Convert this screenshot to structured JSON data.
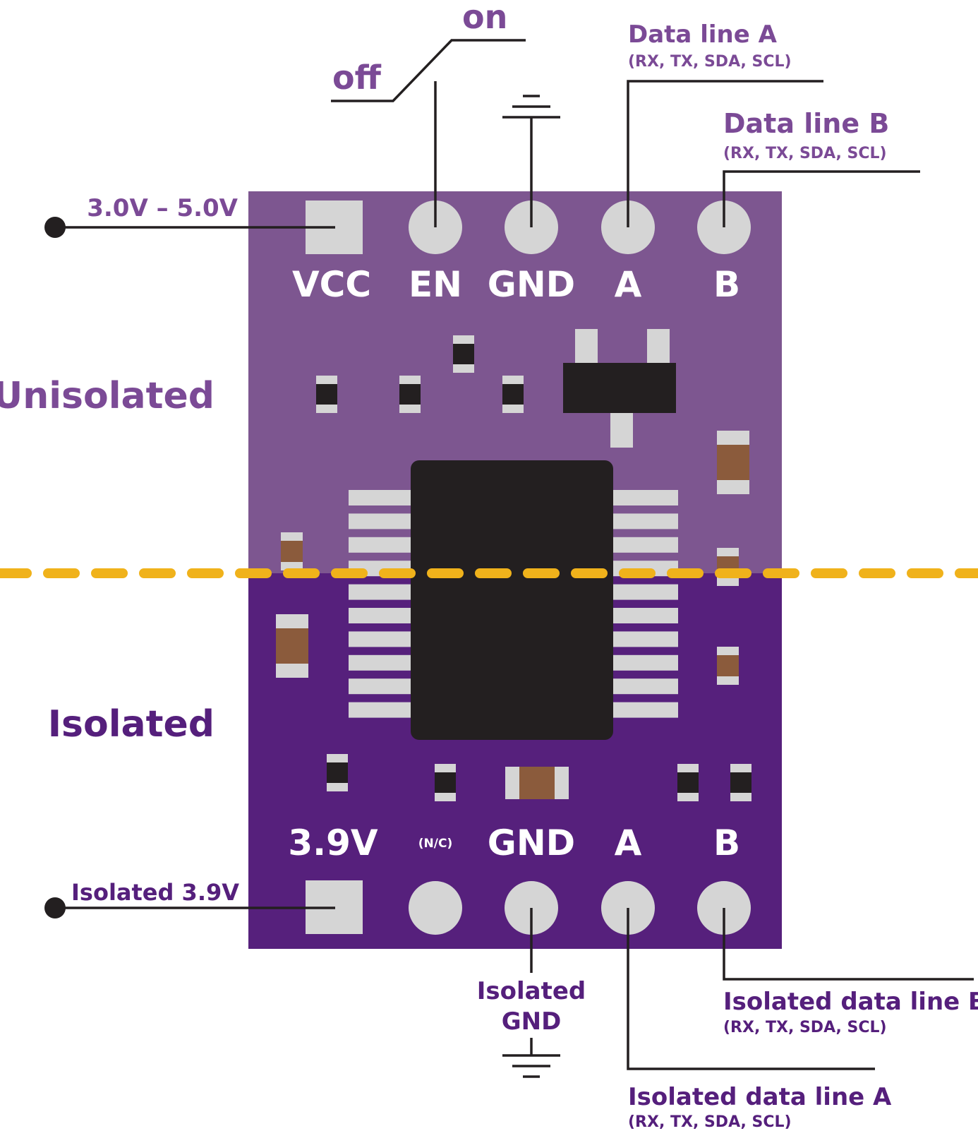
{
  "colors": {
    "board_top": "#7d5690",
    "board_bottom": "#56207c",
    "label_purple": "#7b4a96",
    "label_dark": "#551f7c",
    "divider": "#f0b21b",
    "pad": "#d5d5d5",
    "chip": "#231f20",
    "resistor": "#8b5b3c"
  },
  "sections": {
    "unisolated": "Unisolated",
    "isolated": "Isolated"
  },
  "top_pins": {
    "vcc": "VCC",
    "en": "EN",
    "gnd": "GND",
    "a": "A",
    "b": "B"
  },
  "bottom_pins": {
    "v39": "3.9V",
    "nc": "(N/C)",
    "gnd": "GND",
    "a": "A",
    "b": "B"
  },
  "callouts": {
    "on": "on",
    "off": "off",
    "data_a": "Data line A",
    "data_a_sub": "(RX, TX, SDA, SCL)",
    "data_b": "Data line B",
    "data_b_sub": "(RX, TX, SDA, SCL)",
    "vcc_range": "3.0V – 5.0V",
    "iso_39": "Isolated 3.9V",
    "iso_gnd_1": "Isolated",
    "iso_gnd_2": "GND",
    "iso_b": "Isolated data line B",
    "iso_b_sub": "(RX, TX, SDA, SCL)",
    "iso_a": "Isolated data line A",
    "iso_a_sub": "(RX, TX, SDA, SCL)"
  }
}
